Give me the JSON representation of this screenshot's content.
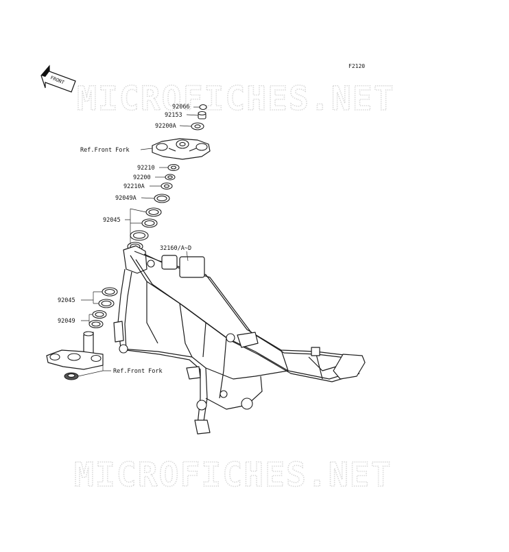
{
  "figure_id": "F2120",
  "watermark": "MICROFICHES.NET",
  "front_arrow_label": "FRONT",
  "labels": {
    "p92066": "92066",
    "p92153": "92153",
    "p92200A": "92200A",
    "ref_front_fork_top": "Ref.Front Fork",
    "p92210": "92210",
    "p92200": "92200",
    "p92210A": "92210A",
    "p92049A": "92049A",
    "p92045_top": "92045",
    "p32160": "32160/A~D",
    "p92045_bottom": "92045",
    "p92049": "92049",
    "ref_front_fork_bottom": "Ref.Front Fork"
  }
}
